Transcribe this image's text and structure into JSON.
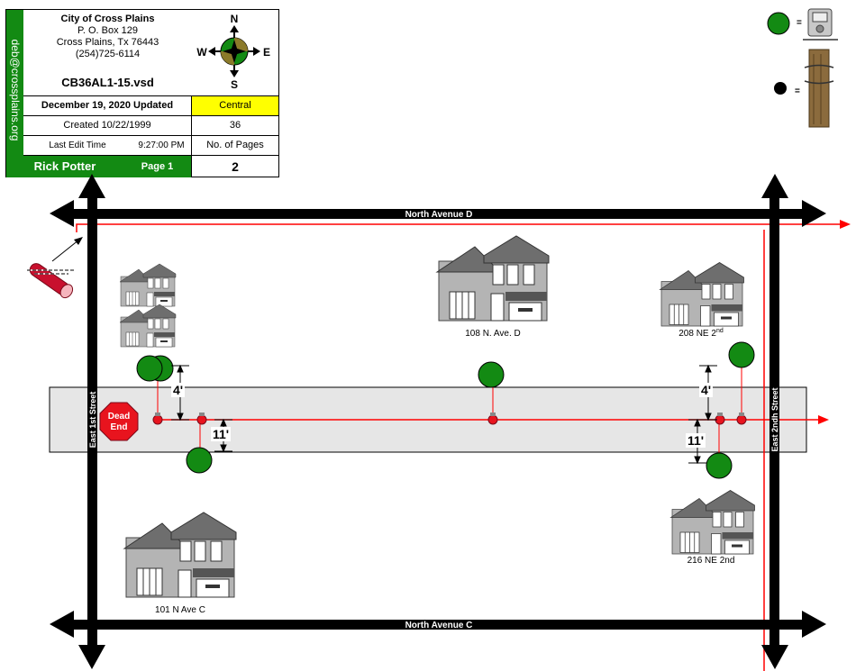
{
  "title_block": {
    "city": "City of Cross Plains",
    "po_box": "P. O. Box 129",
    "address": "Cross Plains, Tx  76443",
    "phone": "(254)725-6114",
    "filename": "CB36AL1-15.vsd",
    "email": "deb@crossplains.org",
    "updated": "December 19, 2020 Updated",
    "area": "Central",
    "created": "Created 10/22/1999",
    "created_value": "36",
    "last_edit_label": "Last Edit Time",
    "last_edit_time": "9:27:00 PM",
    "pages_label": "No. of Pages",
    "author": "Rick Potter",
    "page_label": "Page 1",
    "page_number": "2"
  },
  "compass": {
    "n": "N",
    "s": "S",
    "e": "E",
    "w": "W"
  },
  "legend": {
    "meter_equals": "=",
    "pole_equals": "="
  },
  "streets": {
    "north_avenue_d": "North Avenue D",
    "north_avenue_c": "North Avenue C",
    "east_1st": "East 1st Street",
    "east_2nd": "East 2ndh Street"
  },
  "dead_end": {
    "line1": "Dead",
    "line2": "End"
  },
  "houses": {
    "h108": "108 N. Ave. D",
    "h208_main": "208 NE 2",
    "h208_sup": "nd",
    "h101": "101 N Ave C",
    "h216": "216 NE 2nd"
  },
  "dimensions": {
    "d1": "4'",
    "d2": "11'",
    "d3": "4'",
    "d4": "11'"
  },
  "colors": {
    "road": "#000000",
    "alley": "#e6e6e6",
    "line": "#ff0000",
    "tree": "#138a13",
    "highlight": "#ffff00"
  }
}
